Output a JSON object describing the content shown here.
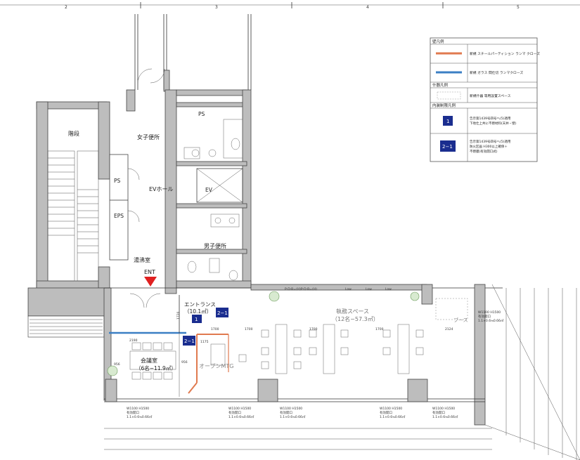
{
  "grid_labels": [
    "2",
    "3",
    "4",
    "5"
  ],
  "rooms": {
    "stairs": "階段",
    "womens_wc": "女子便所",
    "ps_top": "PS",
    "ps_left": "PS",
    "eps": "EPS",
    "ev_hall": "EVホール",
    "ev": "EV",
    "mens_wc": "男子便所",
    "kitchenette": "湯沸室",
    "ent": "ENT",
    "entrance_name": "エントランス",
    "entrance_area": "（10.1㎡）",
    "office_name": "執務スペース",
    "office_area": "（12名−57.3㎡）",
    "meeting_name": "会議室",
    "meeting_area": "（6名−11.9㎡）",
    "open_mtg": "オープンMTG",
    "booth": "ブース"
  },
  "badges": {
    "one": "1",
    "two_one_a": "2−1",
    "two_one_b": "2−1"
  },
  "dimensions": {
    "d1720": "1720",
    "d1700a": "1700",
    "d1700b": "1700",
    "d1700c": "1700",
    "d1700d": "1700",
    "d2124": "2124",
    "d956a": "956",
    "d956b": "956",
    "d2190": "2190",
    "d1175": "1175"
  },
  "window_notes": [
    {
      "size": "W1100 H1500",
      "l1": "有効開口",
      "l2": "1.1×0.6≒0.66㎡"
    },
    {
      "size": "W1100 H1500",
      "l1": "有効開口",
      "l2": "1.1×0.6≒0.66㎡"
    },
    {
      "size": "W1100 H1500",
      "l1": "有効開口",
      "l2": "1.1×0.6≒0.66㎡"
    },
    {
      "size": "W1100 H1500",
      "l1": "有効開口",
      "l2": "1.1×0.6≒0.66㎡"
    },
    {
      "size": "W1100 H1500",
      "l1": "有効開口",
      "l2": "1.1×0.6≒0.66㎡"
    },
    {
      "size": "W1100 H1500",
      "l1": "有効開口",
      "l2": "1.1×0.6≒0.66㎡"
    }
  ],
  "legend": {
    "wall_title": "壁凡例",
    "wall_item1": "新規 スチールパーティション ランマ クローズ",
    "wall_item1_color": "#e07a4f",
    "wall_item2": "新規 ガラス 間仕切 ランマクローズ",
    "wall_item2_color": "#3b7fc4",
    "fixture_title": "什器凡例",
    "fixture_item": "新規什器 等用設置スペース",
    "restriction_title": "内装制限凡例",
    "restr1_badge": "1",
    "restr1_line1": "告示第1439号四号へ(5)適用",
    "restr1_line2": "下地仕上共に不燃材料(天井・壁)",
    "restr2_badge": "2−1",
    "restr2_line1": "告示第1439号四号へ(5)適用",
    "restr2_line2": "防火区画 H300以上確保＋",
    "restr2_line3": "不燃膜(有効開口式)"
  },
  "beam_note": "P-D-B=(H)P-D-B=(H)",
  "low_labels": [
    "Low",
    "Low",
    "Low"
  ]
}
